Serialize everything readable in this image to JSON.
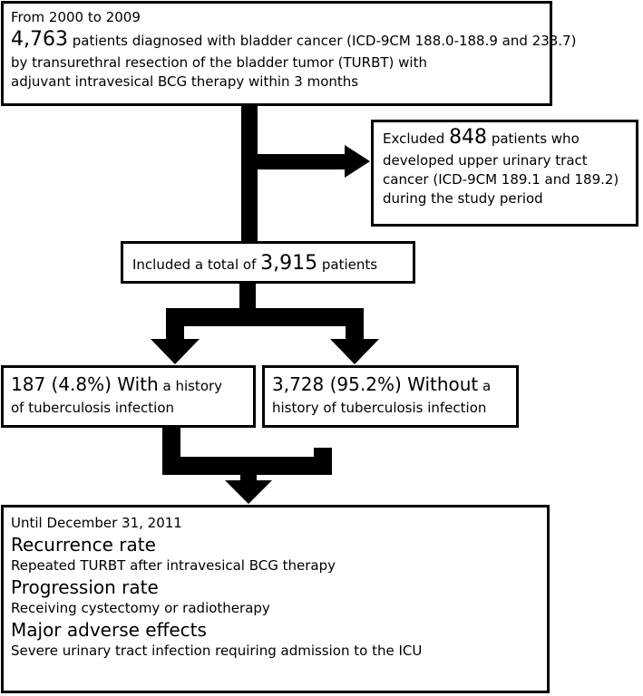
{
  "top_box": {
    "period": "From 2000 to 2009",
    "count": "4,763",
    "line1_rest": " patients diagnosed with bladder cancer (ICD-9CM 188.0-188.9 and 233.7)",
    "line2": "by transurethral resection of the bladder tumor (TURBT) with",
    "line3": "adjuvant intravesical BCG therapy within 3 months"
  },
  "excluded_box": {
    "prefix": "Excluded ",
    "count": "848",
    "line1_rest": " patients who",
    "line2": "developed upper urinary tract",
    "line3": "cancer (ICD-9CM 189.1 and 189.2)",
    "line4": "during the study period"
  },
  "included_box": {
    "prefix": "Included a total of ",
    "count": "3,915",
    "suffix": " patients"
  },
  "left_box": {
    "head": "187 (4.8%) With",
    "rest1": " a history",
    "line2": "of tuberculosis infection"
  },
  "right_box": {
    "head": "3,728 (95.2%) Without",
    "rest1": " a",
    "line2": "history of  tuberculosis infection"
  },
  "bottom_box": {
    "date": "Until December 31, 2011",
    "sections": [
      {
        "title": "Recurrence rate",
        "desc": "Repeated TURBT after intravesical BCG therapy"
      },
      {
        "title": "Progression rate",
        "desc": "Receiving cystectomy or radiotherapy"
      },
      {
        "title": "Major adverse effects",
        "desc": "Severe urinary tract infection requiring admission to the ICU"
      }
    ]
  }
}
